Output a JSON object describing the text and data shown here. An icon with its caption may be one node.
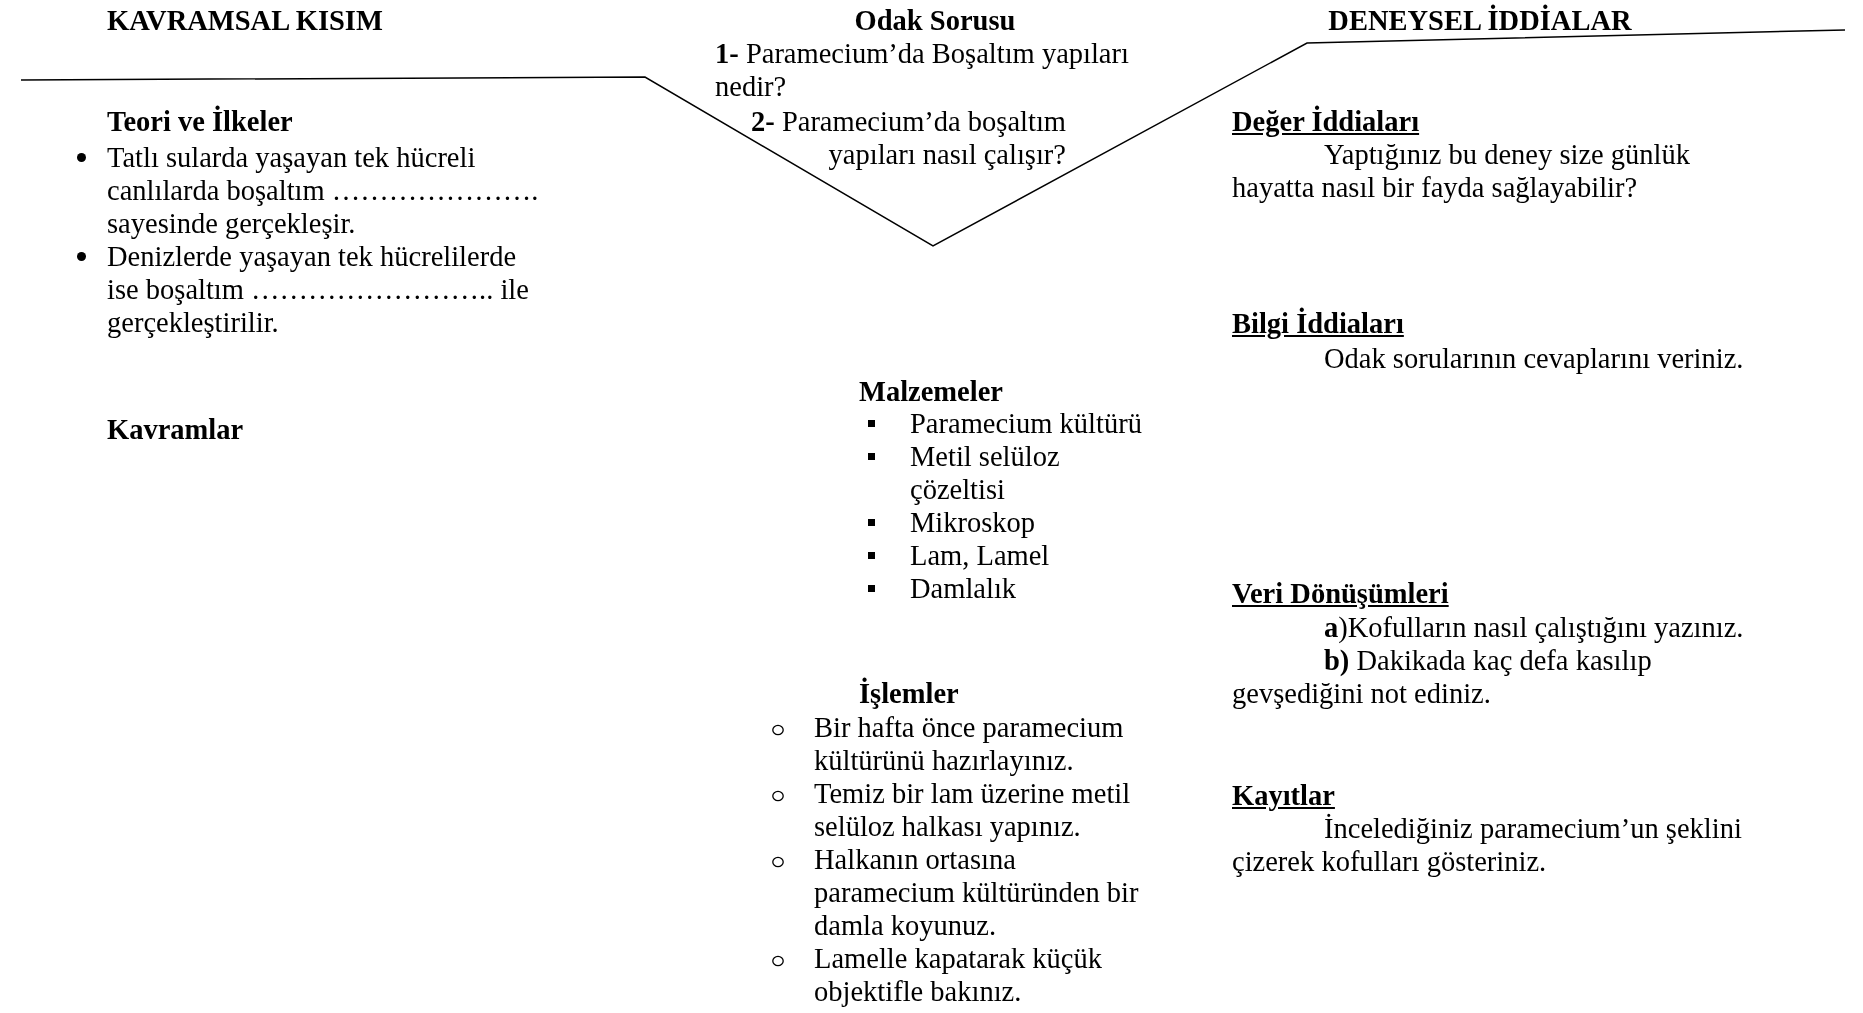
{
  "diagram": {
    "labels": [
      "KAVRAMSAL KISIM",
      "Odak Sorusu",
      "DENEYSEL İDDİALAR",
      "**1-** Paramecium’da Boşaltım yapıları nedir?",
      "**2-** Paramecium’da boşaltım yapıları nasıl çalışır?",
      "Teori ve İlkeler",
      "Tatlı sularda yaşayan tek hücreli canlılarda boşaltım …………………. sayesinde gerçekleşir.",
      "Denizlerde yaşayan tek hücrelilerde ise boşaltım …………………….. ile gerçekleştirilir.",
      "Değer İddiaları",
      "Yaptığınız bu deney size günlük hayatta nasıl bir fayda sağlayabilir?",
      "Bilgi İddiaları",
      "Odak sorularının cevaplarını veriniz.",
      "Kavramlar",
      "Malzemeler",
      "Paramecium kültürü",
      "Metil selüloz çözeltisi",
      "Mikroskop",
      "Lam, Lamel",
      "Damlalık",
      "Veri Dönüşümleri",
      "**a**)Kofulların nasıl çalıştığını yazınız.",
      "**b)** Dakikada kaç defa kasılıp gevşediğini not ediniz.",
      "İşlemler",
      "Bir hafta önce paramecium kültürünü hazırlayınız.",
      "Temiz bir lam üzerine metil selüloz halkası yapınız.",
      "Halkanın ortasına paramecium kültüründen bir damla koyunuz.",
      "Lamelle kapatarak küçük objektifle bakınız.",
      "Kayıtlar",
      "İncelediğiniz paramecium’un şeklini çizerek kofulları gösteriniz."
    ]
  }
}
